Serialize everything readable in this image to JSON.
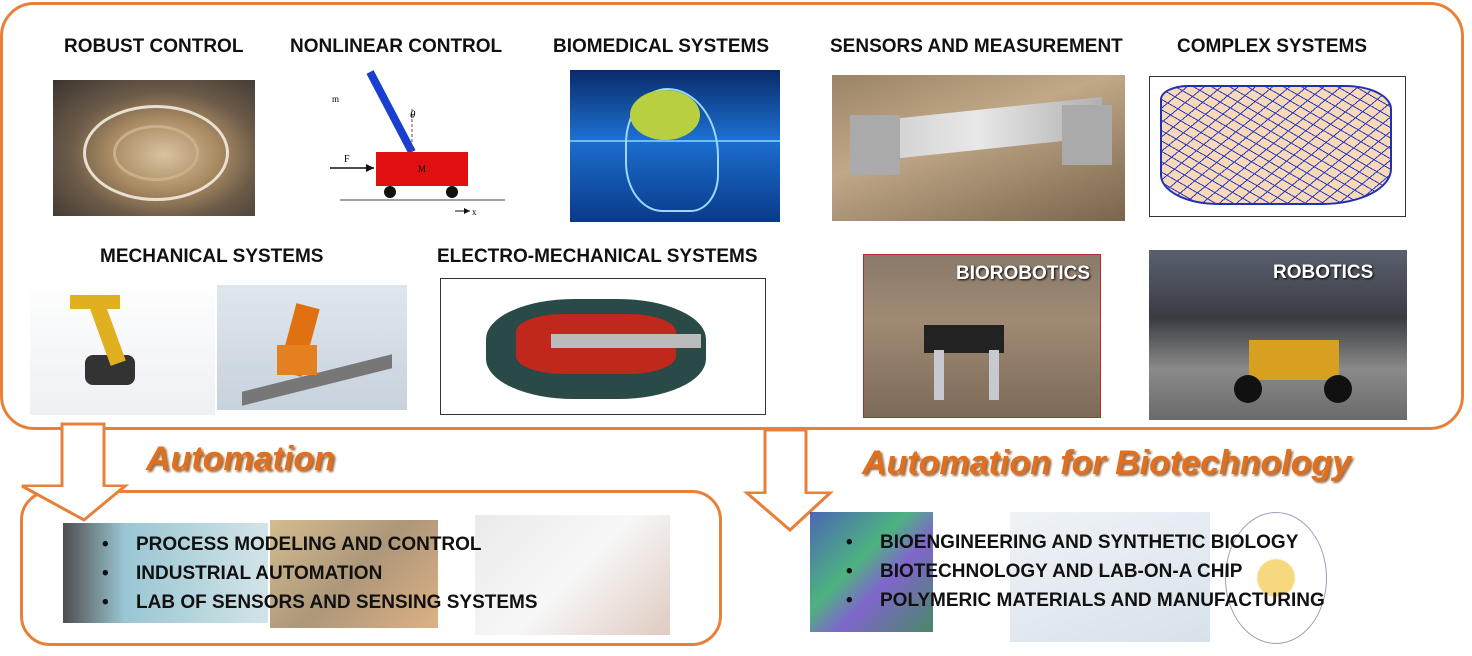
{
  "top_panel": {
    "labels": {
      "robust_control": "ROBUST CONTROL",
      "nonlinear_control": "NONLINEAR CONTROL",
      "biomedical_systems": "BIOMEDICAL SYSTEMS",
      "sensors_measurement": "SENSORS AND MEASUREMENT",
      "complex_systems": "COMPLEX SYSTEMS",
      "mechanical_systems": "MECHANICAL SYSTEMS",
      "electro_mechanical_systems": "ELECTRO-MECHANICAL SYSTEMS",
      "biorobotics": "BIOROBOTICS",
      "robotics": "ROBOTICS"
    },
    "cart_diagram": {
      "force": "F",
      "mass": "M",
      "angle": "θ",
      "position": "x",
      "pendulum_mass": "m"
    }
  },
  "automation": {
    "title": "Automation",
    "items": [
      "PROCESS MODELING AND CONTROL",
      "INDUSTRIAL AUTOMATION",
      "LAB OF SENSORS AND SENSING SYSTEMS"
    ]
  },
  "biotech": {
    "title": "Automation for Biotechnology",
    "items": [
      "BIOENGINEERING AND SYNTHETIC BIOLOGY",
      "BIOTECHNOLOGY AND LAB-ON-A CHIP",
      "POLYMERIC MATERIALS AND MANUFACTURING"
    ]
  },
  "colors": {
    "accent": "#e8803a",
    "title": "#e07020"
  }
}
